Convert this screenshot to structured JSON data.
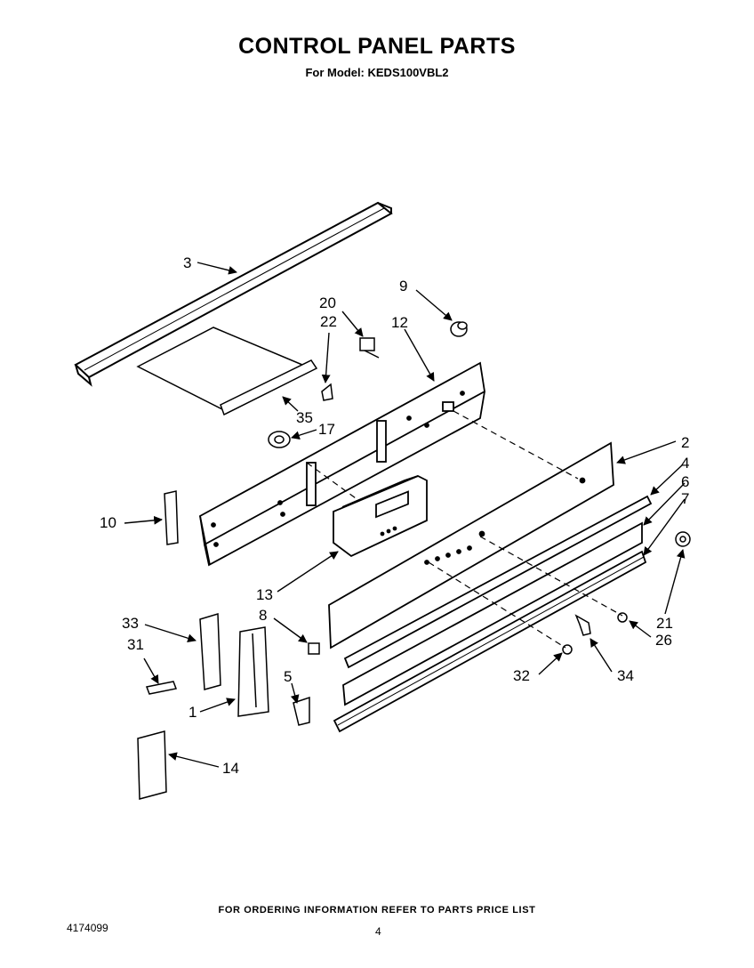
{
  "header": {
    "title": "CONTROL PANEL PARTS",
    "subtitle": "For Model: KEDS100VBL2"
  },
  "footer": {
    "note": "FOR ORDERING INFORMATION REFER TO PARTS PRICE LIST",
    "doc_number": "4174099",
    "page_number": "4"
  },
  "callouts": {
    "c1": "1",
    "c2": "2",
    "c3": "3",
    "c4": "4",
    "c5": "5",
    "c6": "6",
    "c7": "7",
    "c8": "8",
    "c9": "9",
    "c10": "10",
    "c12": "12",
    "c13": "13",
    "c14": "14",
    "c17": "17",
    "c20": "20",
    "c21": "21",
    "c22": "22",
    "c26": "26",
    "c31": "31",
    "c32": "32",
    "c33": "33",
    "c34": "34",
    "c35": "35"
  },
  "colors": {
    "ink": "#000000",
    "paper": "#ffffff"
  }
}
